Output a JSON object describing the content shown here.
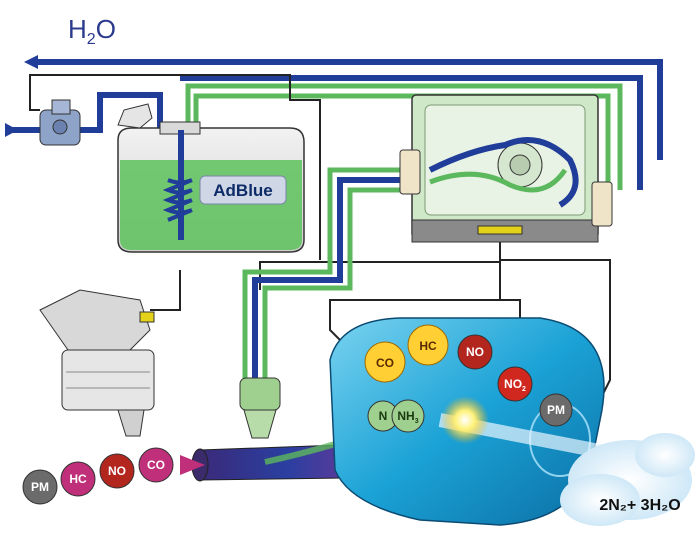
{
  "labels": {
    "water": "H",
    "water_sub": "2",
    "water_tail": "O",
    "tank": "AdBlue",
    "output": "2N₂+ 3H₂O"
  },
  "intake_balls": [
    "PM",
    "HC",
    "NO",
    "CO"
  ],
  "catalyst_balls": {
    "co": "CO",
    "hc": "HC",
    "no": "NO",
    "no2": "NO",
    "n": "N",
    "nh3": "NH",
    "pm": "PM"
  },
  "colors": {
    "blue_line": "#1f3d99",
    "green_line": "#5cb85c",
    "catalyst": "#1aa7d8",
    "adblue_fluid": "#5cc25a"
  }
}
